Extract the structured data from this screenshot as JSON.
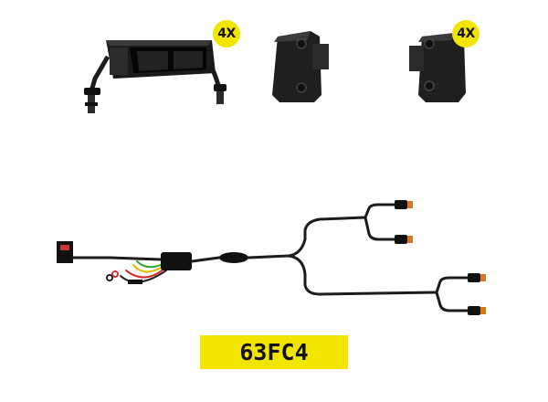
{
  "colors": {
    "accent_yellow": "#f2e600",
    "product_black": "#1c1c1c",
    "connector_orange": "#d97a1a"
  },
  "products": [
    {
      "id": "light-pod",
      "icon": "led-light-bar-icon",
      "quantity_label": "4X"
    },
    {
      "id": "mount-bracket-a",
      "icon": "mounting-bracket-icon"
    },
    {
      "id": "mount-bracket-b",
      "icon": "mounting-bracket-icon",
      "quantity_label": "4X"
    }
  ],
  "harness": {
    "icon": "wiring-harness-icon",
    "connector_count": 4
  },
  "sku": "63FC4"
}
